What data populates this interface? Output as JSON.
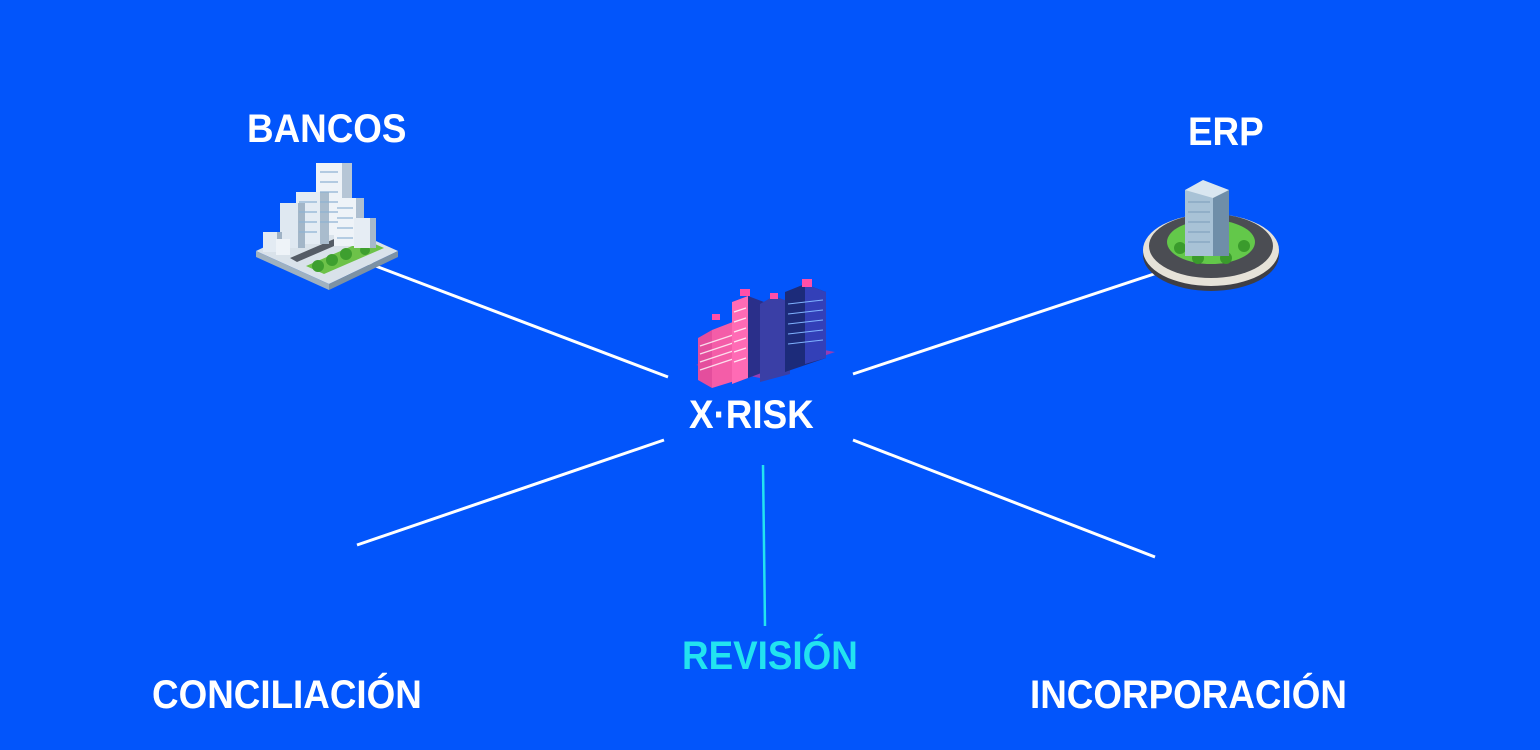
{
  "colors": {
    "background": "#0255fb",
    "line": "#ffffff",
    "accent": "#22e3f0",
    "label": "#ffffff"
  },
  "center": {
    "label": "X·RISK",
    "icon": "skyscrapers-icon"
  },
  "nodes": {
    "bancos": {
      "label": "BANCOS",
      "icon": "city-blocks-icon"
    },
    "erp": {
      "label": "ERP",
      "icon": "office-roundabout-icon"
    },
    "revision": {
      "label": "REVISIÓN"
    },
    "conciliacion": {
      "label": "CONCILIACIÓN"
    },
    "incorporacion": {
      "label": "INCORPORACIÓN"
    }
  }
}
